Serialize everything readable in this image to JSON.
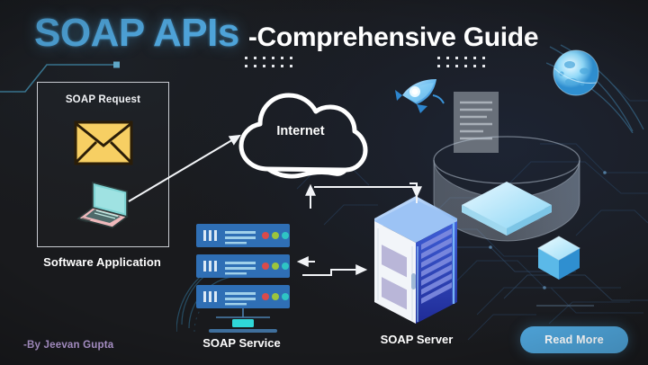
{
  "header": {
    "title_main": "SOAP APIs",
    "title_sub": "-Comprehensive Guide",
    "title_main_color": "#4ea3d8",
    "title_sub_color": "#ffffff"
  },
  "diagram": {
    "app_panel": {
      "caption": "SOAP Request",
      "label": "Software Application",
      "envelope_icon": "envelope-icon",
      "envelope_color": "#f7cf63",
      "laptop_icon": "laptop-icon",
      "laptop_color": "#7fd4d4"
    },
    "cloud": {
      "label": "Internet",
      "icon": "cloud-icon",
      "color": "#ffffff"
    },
    "soap_service": {
      "label": "SOAP Service",
      "icon": "server-stack-icon",
      "rack_count": 3,
      "rack_color": "#2f6fb5",
      "status_dots": [
        "#d94b4b",
        "#9bc53d",
        "#2fc4c4"
      ]
    },
    "soap_server": {
      "label": "SOAP Server",
      "icon": "server-tower-icon",
      "color": "#7fb0f0"
    },
    "arrows": [
      {
        "name": "laptop-to-cloud-arrow",
        "from": "Software Application",
        "to": "Internet"
      },
      {
        "name": "cloud-to-server-arrow",
        "from": "Internet",
        "to": "SOAP Server"
      },
      {
        "name": "service-to-server-arrow",
        "from": "SOAP Service",
        "to": "SOAP Server"
      },
      {
        "name": "server-to-service-arrow",
        "from": "SOAP Server",
        "to": "SOAP Service"
      }
    ]
  },
  "decor": {
    "rocket_icon": "rocket-icon",
    "globe_icon": "globe-icon",
    "cube_icon": "cube-icon",
    "document_icon": "document-icon",
    "cylinder_icon": "data-cylinder-icon",
    "dot_grid_columns": 6,
    "dot_grid_rows": 2,
    "dot_grid_count": 2,
    "accent_color": "#4ea3d8",
    "circuit_color": "#2c4a6b",
    "background_color": "#191a1d"
  },
  "footer": {
    "byline": "-By Jeevan Gupta",
    "byline_color": "#b49ad4",
    "cta_label": "Read More",
    "cta_color": "#4ea3d8"
  }
}
